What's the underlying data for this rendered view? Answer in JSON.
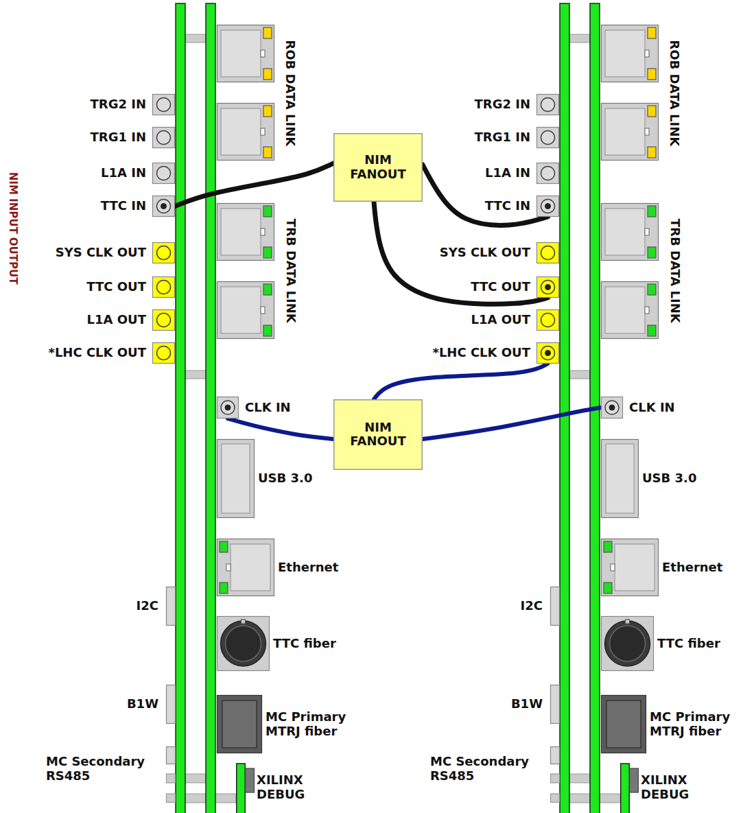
{
  "diagram": {
    "nodes": [
      {
        "text": [
          "ROB DATA LINK"
        ]
      },
      {
        "text": [
          "TRG2 IN"
        ]
      },
      {
        "text": [
          "TRG1 IN"
        ]
      },
      {
        "text": [
          "L1A IN"
        ]
      },
      {
        "text": [
          "TTC IN"
        ]
      },
      {
        "text": [
          "TRB DATA LINK"
        ]
      },
      {
        "text": [
          "SYS CLK OUT"
        ]
      },
      {
        "text": [
          "TTC OUT"
        ]
      },
      {
        "text": [
          "L1A OUT"
        ]
      },
      {
        "text": [
          "*LHC CLK OUT"
        ]
      },
      {
        "text": [
          "CLK IN"
        ]
      },
      {
        "text": [
          "USB 3.0"
        ]
      },
      {
        "text": [
          "Ethernet"
        ]
      },
      {
        "text": [
          "I2C"
        ]
      },
      {
        "text": [
          "TTC fiber"
        ]
      },
      {
        "text": [
          "B1W"
        ]
      },
      {
        "text": [
          "MC Primary MTRJ fiber"
        ]
      },
      {
        "text": [
          "MC Secondary RS485"
        ]
      },
      {
        "text": [
          "XILINX DEBUG"
        ]
      },
      {
        "text": [
          "NIM FANOUT"
        ]
      },
      {
        "text": [
          "NIM FANOUT"
        ]
      },
      {
        "text": [
          "ROB DATA LINK"
        ]
      },
      {
        "text": [
          "TRG2 IN"
        ]
      },
      {
        "text": [
          "TRG1 IN"
        ]
      },
      {
        "text": [
          "L1A IN"
        ]
      },
      {
        "text": [
          "TTC IN"
        ]
      },
      {
        "text": [
          "TRB DATA LINK"
        ]
      },
      {
        "text": [
          "SYS CLK OUT"
        ]
      },
      {
        "text": [
          "TTC OUT"
        ]
      },
      {
        "text": [
          "L1A OUT"
        ]
      },
      {
        "text": [
          "*LHC CLK OUT"
        ]
      },
      {
        "text": [
          "CLK IN"
        ]
      },
      {
        "text": [
          "USB 3.0"
        ]
      },
      {
        "text": [
          "Ethernet"
        ]
      },
      {
        "text": [
          "I2C"
        ]
      },
      {
        "text": [
          "TTC fiber"
        ]
      },
      {
        "text": [
          "B1W"
        ]
      },
      {
        "text": [
          "MC Primary MTRJ fiber"
        ]
      },
      {
        "text": [
          "MC Secondary RS485"
        ]
      },
      {
        "text": [
          "XILINX DEBUG"
        ]
      }
    ],
    "edges": [
      {
        "from": 19,
        "to": 4,
        "arrow": "none"
      },
      {
        "from": 19,
        "to": 25,
        "arrow": "none"
      },
      {
        "from": 28,
        "to": 19,
        "arrow": "none"
      },
      {
        "from": 30,
        "to": 20,
        "arrow": "none"
      },
      {
        "from": 20,
        "to": 10,
        "arrow": "none"
      },
      {
        "from": 20,
        "to": 31,
        "arrow": "none"
      }
    ],
    "labels": [
      "NIM INPUT OUTPUT"
    ]
  }
}
